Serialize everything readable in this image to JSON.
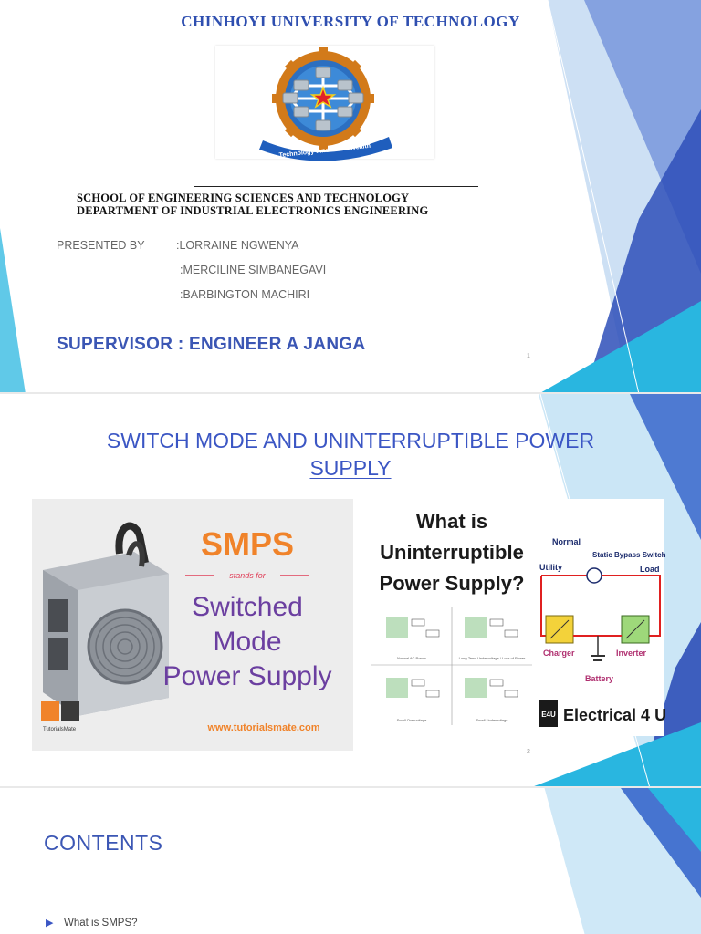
{
  "slide1": {
    "university": "CHINHOYI UNIVERSITY OF TECHNOLOGY",
    "logo_motto": "Technology Innovation Wealth",
    "school": "SCHOOL OF ENGINEERING SCIENCES AND TECHNOLOGY",
    "department": "DEPARTMENT OF INDUSTRIAL ELECTRONICS ENGINEERING",
    "presented_by": "PRESENTED BY",
    "presenters": [
      ":LORRAINE NGWENYA",
      ":MERCILINE SIMBANEGAVI",
      ":BARBINGTON MACHIRI"
    ],
    "supervisor": "SUPERVISOR : ENGINEER A JANGA",
    "page_number": "1"
  },
  "slide2": {
    "title_line1": "SWITCH MODE AND UNINTERRUPTIBLE POWER",
    "title_line2": "SUPPLY",
    "smps_image": {
      "heading": "SMPS",
      "stands_for": "stands for",
      "line1": "Switched",
      "line2": "Mode",
      "line3": "Power Supply",
      "url": "www.tutorialsmate.com",
      "brand": "TutorialsMate"
    },
    "ups_image": {
      "q1": "What is",
      "q2": "Uninterruptible",
      "q3": "Power Supply?",
      "normal": "Normal",
      "bypass": "Static Bypass Switch",
      "utility": "Utility",
      "load": "Load",
      "charger": "Charger",
      "inverter": "Inverter",
      "battery": "Battery",
      "panel_labels": [
        "Normal AC Power",
        "Long-Term Undervoltage / Loss of Power",
        "Small Overvoltage",
        "Small Undervoltage"
      ],
      "brand_badge": "E4U",
      "brand": "Electrical 4 U"
    },
    "page_number": "2"
  },
  "slide3": {
    "heading": "CONTENTS",
    "bullet_glyph": "▶",
    "items": [
      "What is SMPS?"
    ]
  },
  "colors": {
    "accent_blue": "#3b56b4",
    "triangle_teal": "#29b6e0",
    "triangle_blue": "#2e5fc9",
    "smps_orange": "#f0832a",
    "smps_purple": "#6b3fa0"
  }
}
